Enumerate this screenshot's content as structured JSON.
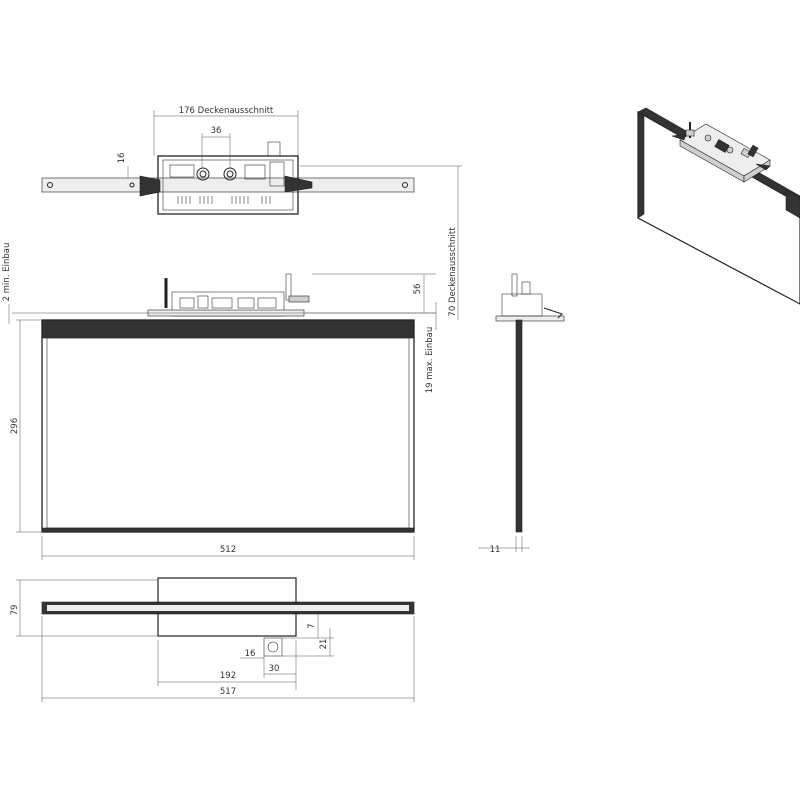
{
  "drawing": {
    "top_view": {
      "cutout_width": "176 Deckenausschnitt",
      "terminal_spacing": "36",
      "terminal_offset": "16"
    },
    "front_view": {
      "min_install": "2 min. Einbau",
      "housing_height": "56",
      "cutout_depth": "70 Deckenausschnitt",
      "max_install": "19 max. Einbau",
      "panel_height": "296",
      "panel_width": "512"
    },
    "side_view": {
      "depth": "11"
    },
    "bottom_view": {
      "height": "79",
      "gap": "7",
      "connector_depth": "21",
      "connector_offset": "16",
      "connector_width": "30",
      "housing_width": "192",
      "total_width": "517"
    }
  }
}
